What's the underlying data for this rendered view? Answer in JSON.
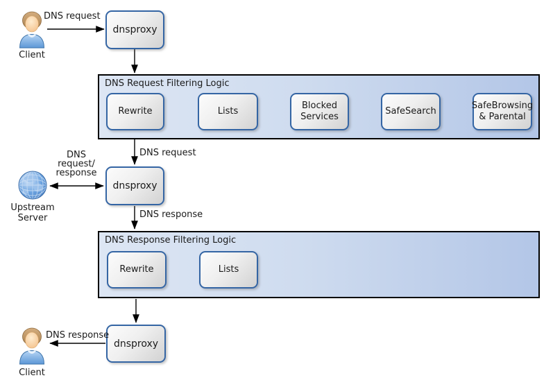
{
  "nodes": {
    "client_top_label": "Client",
    "dnsproxy_top_label": "dnsproxy",
    "dnsproxy_middle_label": "dnsproxy",
    "dnsproxy_bottom_label": "dnsproxy",
    "upstream_server_label": "Upstream\nServer",
    "client_bottom_label": "Client"
  },
  "request_filter": {
    "title": "DNS Request Filtering Logic",
    "boxes": [
      {
        "label": "Rewrite"
      },
      {
        "label": "Lists"
      },
      {
        "label": "Blocked\nServices"
      },
      {
        "label": "SafeSearch"
      },
      {
        "label": "SafeBrowsing\n& Parental"
      }
    ]
  },
  "response_filter": {
    "title": "DNS Response Filtering Logic",
    "boxes": [
      {
        "label": "Rewrite"
      },
      {
        "label": "Lists"
      }
    ]
  },
  "edge_labels": {
    "client_to_dnsproxy": "DNS request",
    "filter_to_dnsproxy": "DNS request",
    "dnsproxy_upstream": "DNS\nrequest/\nresponse",
    "dnsproxy_to_response_filter": "DNS response",
    "dnsproxy_to_client": "DNS response"
  },
  "icons": {
    "client_top": "person-icon",
    "upstream_server": "globe-icon",
    "client_bottom": "person-icon"
  },
  "colors": {
    "background": "#ffffff",
    "container_gradient_start": "#dde6f4",
    "container_gradient_end": "#b3c6e7",
    "container_border": "#000000",
    "box_border": "#3465a4",
    "box_gradient_start": "#fbfbfb",
    "box_gradient_end": "#d2d2d2",
    "arrow": "#000000",
    "text": "#1a1a1a"
  }
}
